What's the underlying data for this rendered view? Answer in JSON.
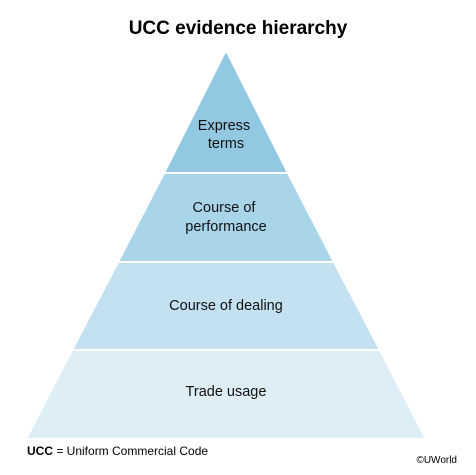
{
  "title": "UCC evidence hierarchy",
  "tiers": [
    {
      "lines": [
        "Express",
        "terms"
      ],
      "color": "#92c8e2"
    },
    {
      "lines": [
        "Course of",
        "performance"
      ],
      "color": "#a9d5ea"
    },
    {
      "lines": [
        "Course of dealing"
      ],
      "color": "#c3e1f0"
    },
    {
      "lines": [
        "Trade usage"
      ],
      "color": "#ddeef7"
    }
  ],
  "footnote": {
    "abbr": "UCC",
    "rest": " = Uniform Commercial Code"
  },
  "copyright": "©UWorld"
}
